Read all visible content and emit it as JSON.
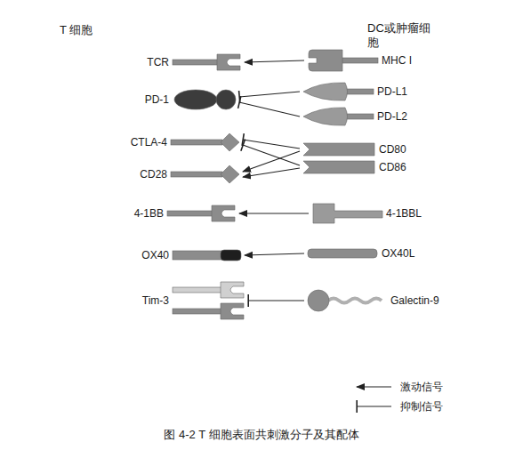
{
  "diagram": {
    "caption": "图 4-2 T 细胞表面共刺激分子及其配体",
    "nodes": [
      {
        "text": [
          "T 细胞"
        ]
      },
      {
        "text": [
          "DC或肿瘤细胞"
        ]
      },
      {
        "text": [
          "TCR"
        ],
        "in": 0
      },
      {
        "text": [
          "MHC I"
        ],
        "in": 1
      },
      {
        "text": [
          "PD-1"
        ],
        "in": 0
      },
      {
        "text": [
          "PD-L1"
        ],
        "in": 1
      },
      {
        "text": [
          "PD-L2"
        ],
        "in": 1
      },
      {
        "text": [
          "CTLA-4"
        ],
        "in": 0
      },
      {
        "text": [
          "CD80"
        ],
        "in": 1
      },
      {
        "text": [
          "CD28"
        ],
        "in": 0
      },
      {
        "text": [
          "CD86"
        ],
        "in": 1
      },
      {
        "text": [
          "4-1BB"
        ],
        "in": 0
      },
      {
        "text": [
          "4-1BBL"
        ],
        "in": 1
      },
      {
        "text": [
          "OX40"
        ],
        "in": 0
      },
      {
        "text": [
          "OX40L"
        ],
        "in": 1
      },
      {
        "text": [
          "Tim-3"
        ],
        "in": 0
      },
      {
        "text": [
          "Galectin-9"
        ],
        "in": 1
      }
    ],
    "edges": [
      {
        "from": 3,
        "to": 2,
        "arrow": "to"
      },
      {
        "from": 5,
        "to": 4,
        "arrow": "to"
      },
      {
        "from": 6,
        "to": 4,
        "arrow": "to"
      },
      {
        "from": 8,
        "to": 7,
        "arrow": "to"
      },
      {
        "from": 10,
        "to": 7,
        "arrow": "to"
      },
      {
        "from": 8,
        "to": 9,
        "arrow": "to"
      },
      {
        "from": 10,
        "to": 9,
        "arrow": "to"
      },
      {
        "from": 12,
        "to": 11,
        "arrow": "to"
      },
      {
        "from": 14,
        "to": 13,
        "arrow": "to"
      },
      {
        "from": 16,
        "to": 15,
        "arrow": "to"
      }
    ],
    "legend": [
      {
        "text": "激动信号"
      },
      {
        "text": "抑制信号"
      }
    ]
  }
}
